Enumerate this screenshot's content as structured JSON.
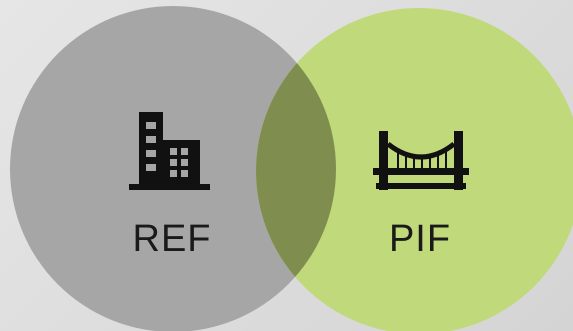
{
  "diagram": {
    "type": "venn",
    "circles": [
      {
        "label": "REF",
        "icon": "office-building-icon",
        "color": "#a6a6a6"
      },
      {
        "label": "PIF",
        "icon": "bridge-icon",
        "color": "#c0d97a"
      }
    ],
    "overlap_color": "#7f8d4f"
  }
}
